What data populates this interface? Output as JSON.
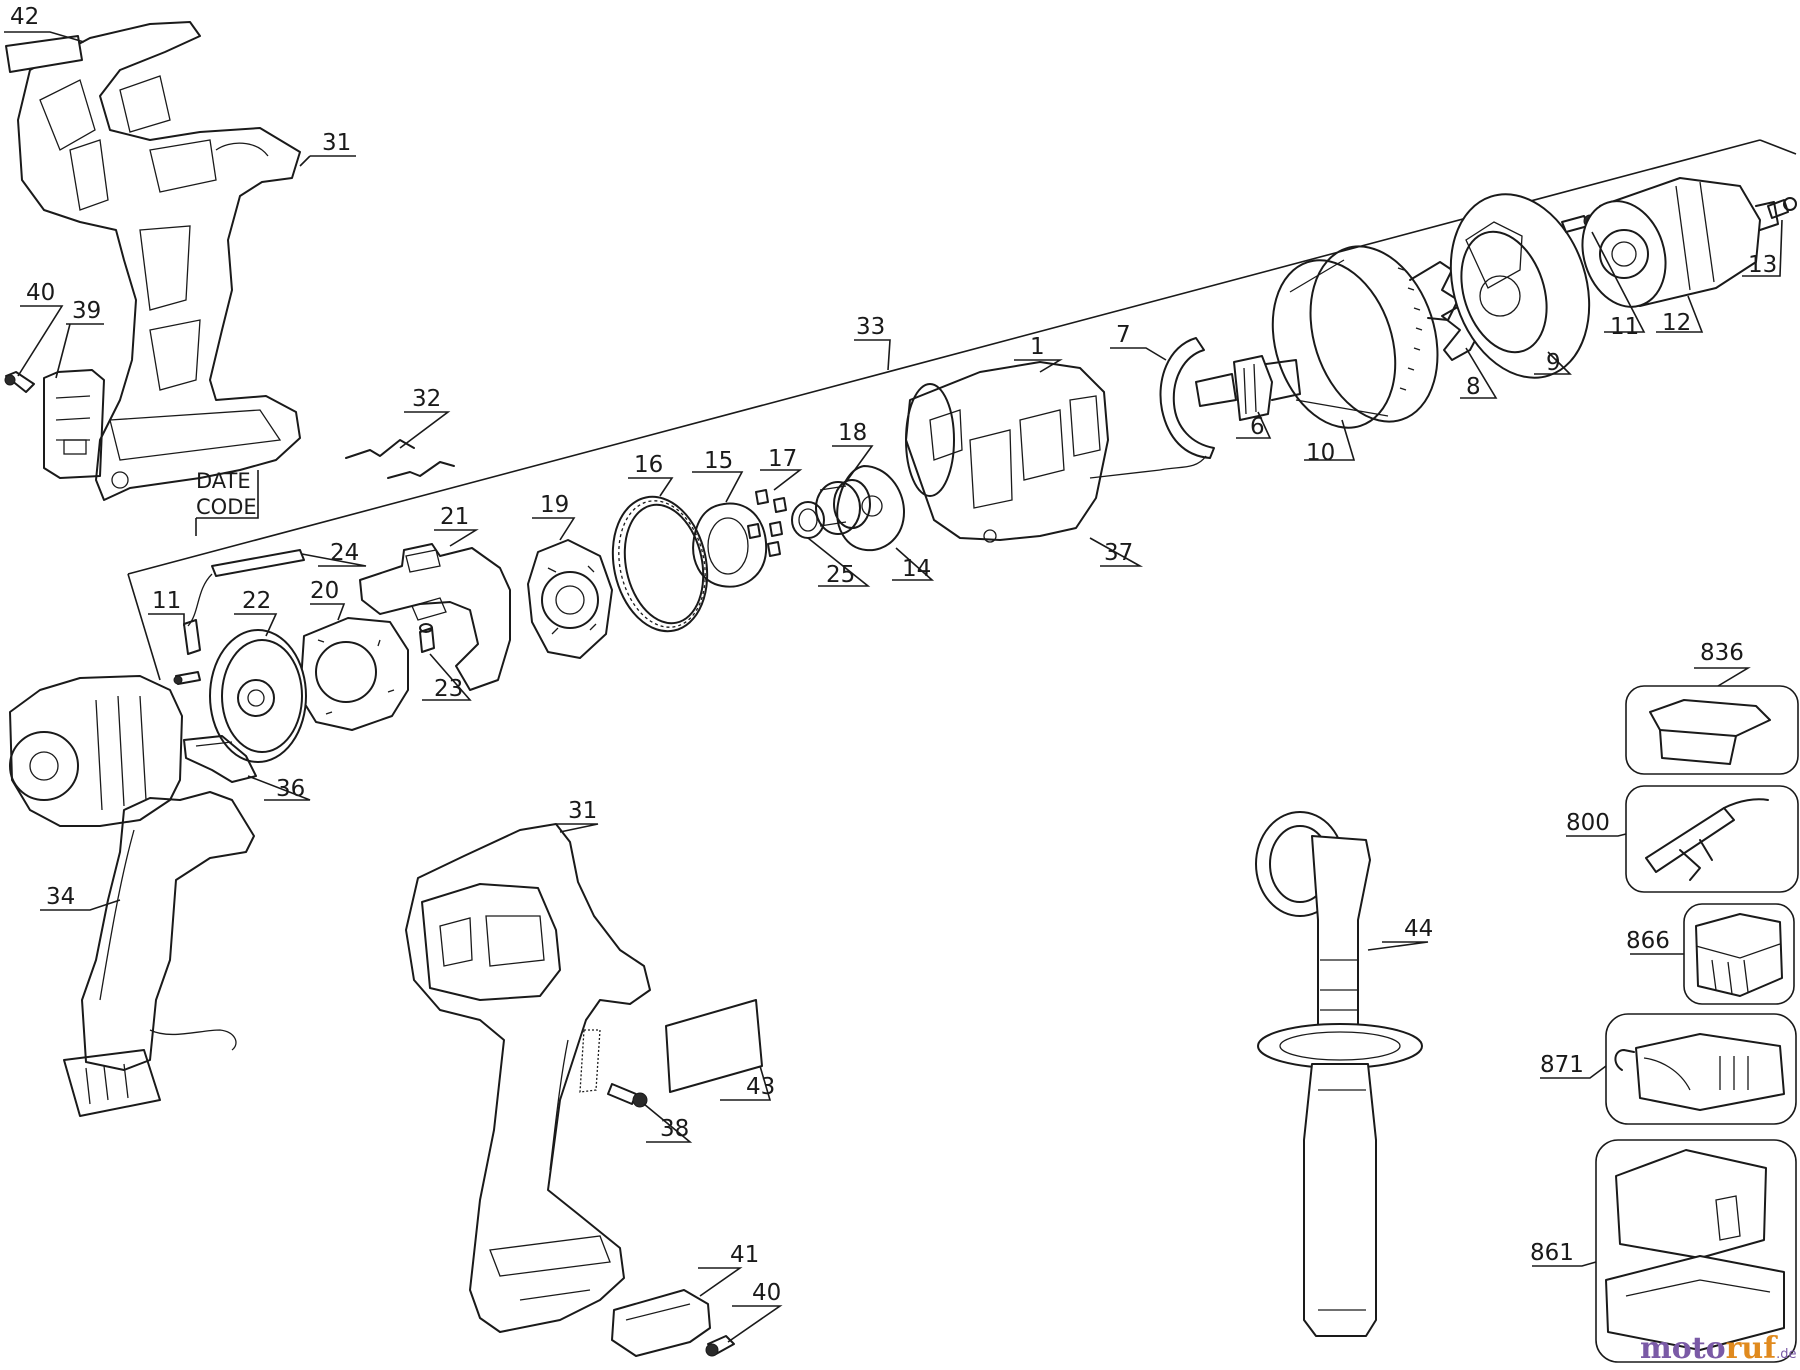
{
  "callouts": {
    "p42": "42",
    "p31_top": "31",
    "p40_top": "40",
    "p39": "39",
    "p32": "32",
    "p33": "33",
    "p1": "1",
    "p7": "7",
    "p6": "6",
    "p10": "10",
    "p8": "8",
    "p9": "9",
    "p11_top": "11",
    "p12": "12",
    "p13": "13",
    "p18": "18",
    "p17": "17",
    "p15": "15",
    "p16": "16",
    "p19": "19",
    "p21": "21",
    "p24": "24",
    "p25": "25",
    "p14": "14",
    "p37": "37",
    "p11_left": "11",
    "p22": "22",
    "p20": "20",
    "p23": "23",
    "p36": "36",
    "p34": "34",
    "p31_bottom": "31",
    "p43": "43",
    "p38": "38",
    "p41": "41",
    "p40_bottom": "40",
    "p44": "44",
    "p836": "836",
    "p800": "800",
    "p866": "866",
    "p871": "871",
    "p861": "861"
  },
  "date_code": {
    "line1": "DATE",
    "line2": "CODE"
  },
  "watermark": {
    "brand_a": "moto",
    "brand_b": "ruf",
    "suffix": ".de"
  },
  "colors": {
    "line": "#1a1a1a",
    "watermark_purple": "#7a5aa6",
    "watermark_orange": "#e08a1e"
  }
}
